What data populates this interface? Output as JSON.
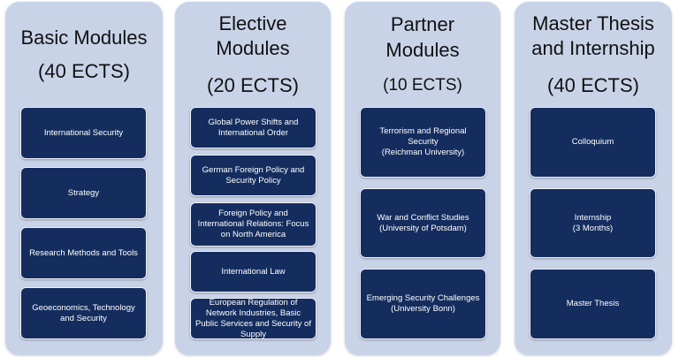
{
  "columns": [
    {
      "title_line1": "Basic Modules",
      "title_line2": "",
      "credits": "(40 ECTS)",
      "modules": [
        {
          "label": "International Security"
        },
        {
          "label": "Strategy"
        },
        {
          "label": "Research Methods and Tools"
        },
        {
          "label": "Geoeconomics, Technology and Security"
        }
      ]
    },
    {
      "title_line1": "Elective",
      "title_line2": "Modules",
      "credits": "(20 ECTS)",
      "modules": [
        {
          "label": "Global Power Shifts and International Order"
        },
        {
          "label": "German Foreign Policy and Security Policy"
        },
        {
          "label": "Foreign Policy and International Relations: Focus on North America"
        },
        {
          "label": "International Law"
        },
        {
          "label": "European Regulation of Network Industries, Basic Public Services and Security of Supply"
        }
      ]
    },
    {
      "title_line1": "Partner",
      "title_line2": "Modules",
      "credits": "(10 ECTS)",
      "modules": [
        {
          "label": "Terrorism and Regional Security",
          "sub": "(Reichman University)"
        },
        {
          "label": "War and Conflict Studies",
          "sub": "(University of Potsdam)"
        },
        {
          "label": "Emerging Security Challenges",
          "sub": "(University Bonn)"
        }
      ]
    },
    {
      "title_line1": "Master Thesis",
      "title_line2": "and Internship",
      "credits": "(40 ECTS)",
      "modules": [
        {
          "label": "Colloquium"
        },
        {
          "label": "Internship",
          "sub": "(3 Months)"
        },
        {
          "label": "Master Thesis"
        }
      ]
    }
  ],
  "colors": {
    "panel": "#c9d3e8",
    "module_box": "#142d5e",
    "module_text": "#ffffff"
  }
}
